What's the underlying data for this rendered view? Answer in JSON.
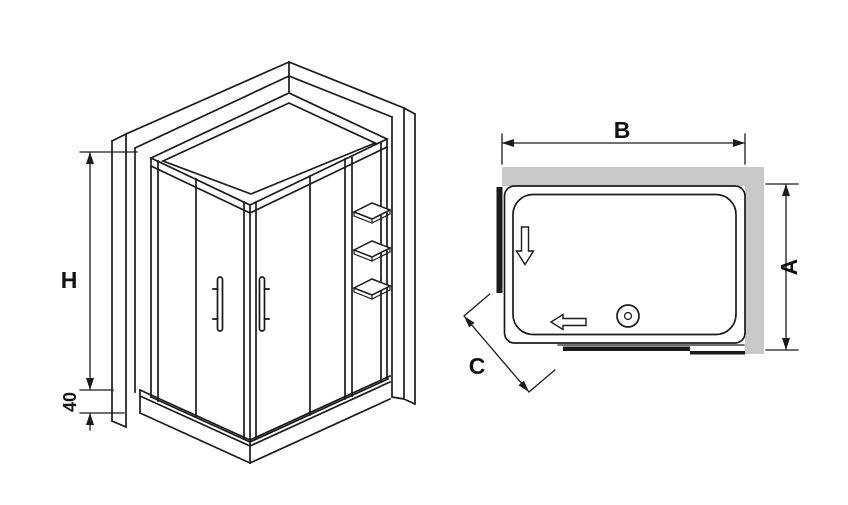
{
  "diagram": {
    "labels": {
      "height": "H",
      "tray_height": "40",
      "width": "B",
      "depth": "A",
      "corner_entry": "C"
    },
    "icons": {
      "slide_down_arrow": "outline-arrow-down",
      "slide_left_arrow": "outline-arrow-left"
    },
    "colors": {
      "line": "#1a1a1a",
      "wall_fill": "#c8c8c8",
      "background": "#ffffff"
    }
  }
}
